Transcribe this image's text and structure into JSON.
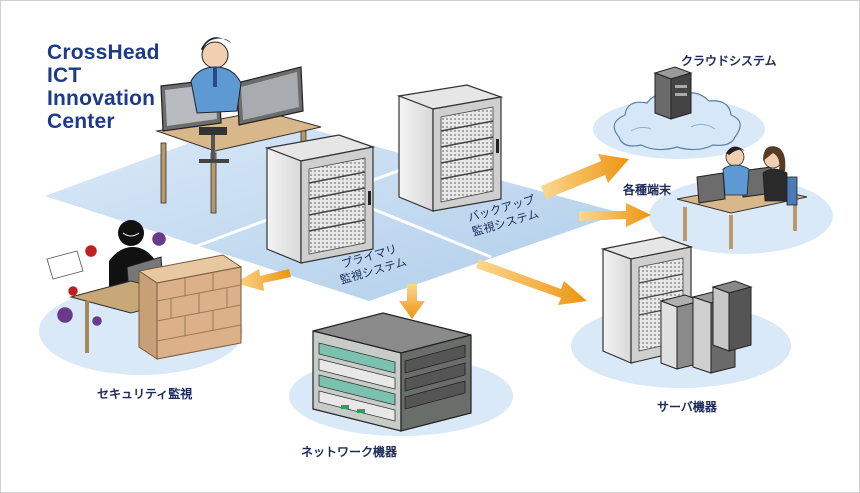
{
  "title_lines": [
    "CrossHead",
    "ICT",
    "Innovation",
    "Center"
  ],
  "labels": {
    "cloud": "クラウドシステム",
    "terminals": "各種端末",
    "servers": "サーバ機器",
    "network": "ネットワーク機器",
    "security": "セキュリティ監視"
  },
  "platforms": {
    "primary": [
      "プライマリ",
      "監視システム"
    ],
    "backup": [
      "バックアップ",
      "監視システム"
    ]
  },
  "colors": {
    "title": "#1d3a8a",
    "platform": "#bcd6ee",
    "ellipse": "#d4e6f6",
    "arrow": "#f0a020"
  }
}
